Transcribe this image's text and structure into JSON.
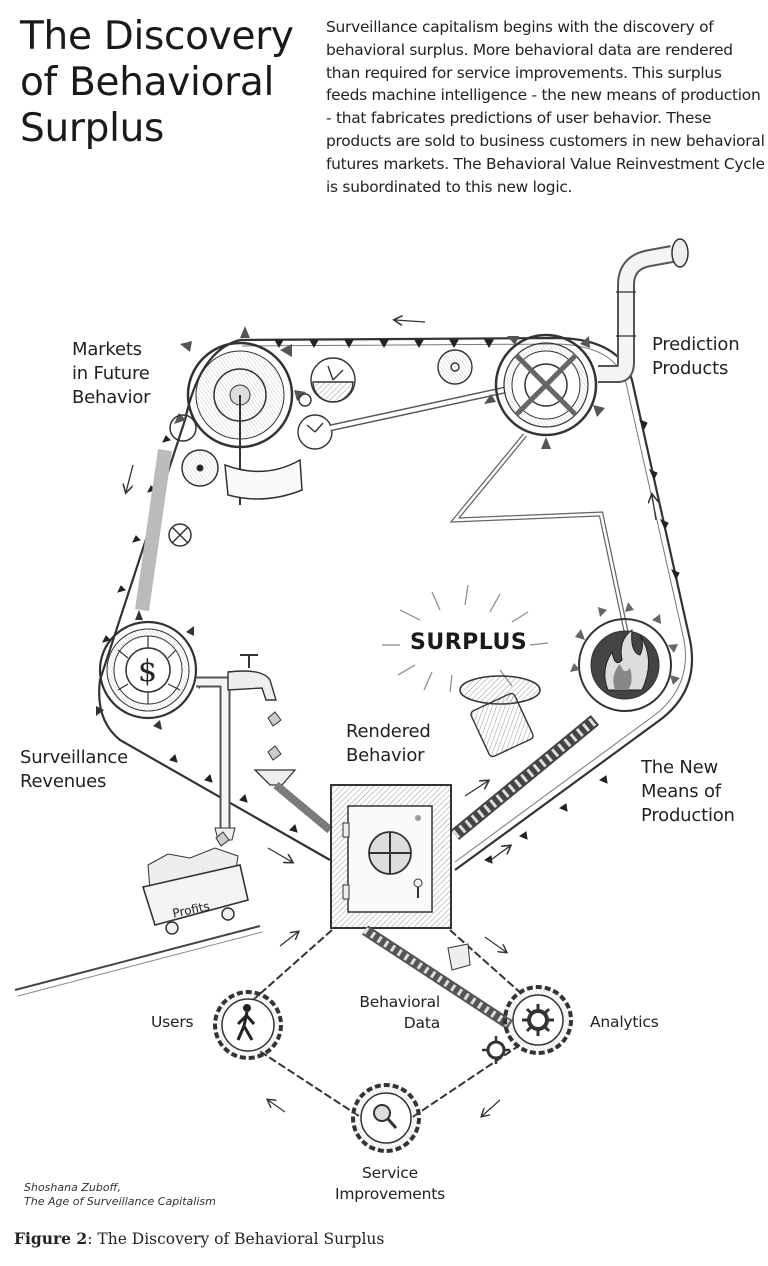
{
  "header": {
    "title_lines": [
      "The Discovery",
      "of Behavioral",
      "Surplus"
    ],
    "intro_text": "Surveillance capitalism begins with the discovery of behavioral surplus. More behavioral data are rendered than required for service improvements. This surplus feeds machine intelligence - the new means of production - that fabricates predictions of user behavior. These products are sold to business customers in new behavioral futures markets. The Behavioral Value Reinvestment Cycle is subordinated to this new logic."
  },
  "diagram": {
    "labels": {
      "markets": [
        "Markets",
        "in Future",
        "Behavior"
      ],
      "prediction": [
        "Prediction",
        "Products"
      ],
      "revenues": [
        "Surveillance",
        "Revenues"
      ],
      "rendered": [
        "Rendered",
        "Behavior"
      ],
      "new_means": [
        "The New",
        "Means of",
        "Production"
      ],
      "surplus": "SURPLUS",
      "profits": "Profits",
      "users": "Users",
      "behavioral_data": [
        "Behavioral",
        "Data"
      ],
      "analytics": "Analytics",
      "service": [
        "Service",
        "Improvements"
      ]
    },
    "icons": {
      "revenue_gear": "dollar-sign",
      "users_gear": "walking-person",
      "service_gear": "magnifying-glass",
      "production_gear": "fire",
      "safe": "vault-safe"
    }
  },
  "footer": {
    "credit_lines": [
      "Shoshana Zuboff,",
      "The Age of Surveillance Capitalism"
    ],
    "caption_bold": "Figure 2",
    "caption_text": ":  The Discovery of Behavioral Surplus"
  }
}
